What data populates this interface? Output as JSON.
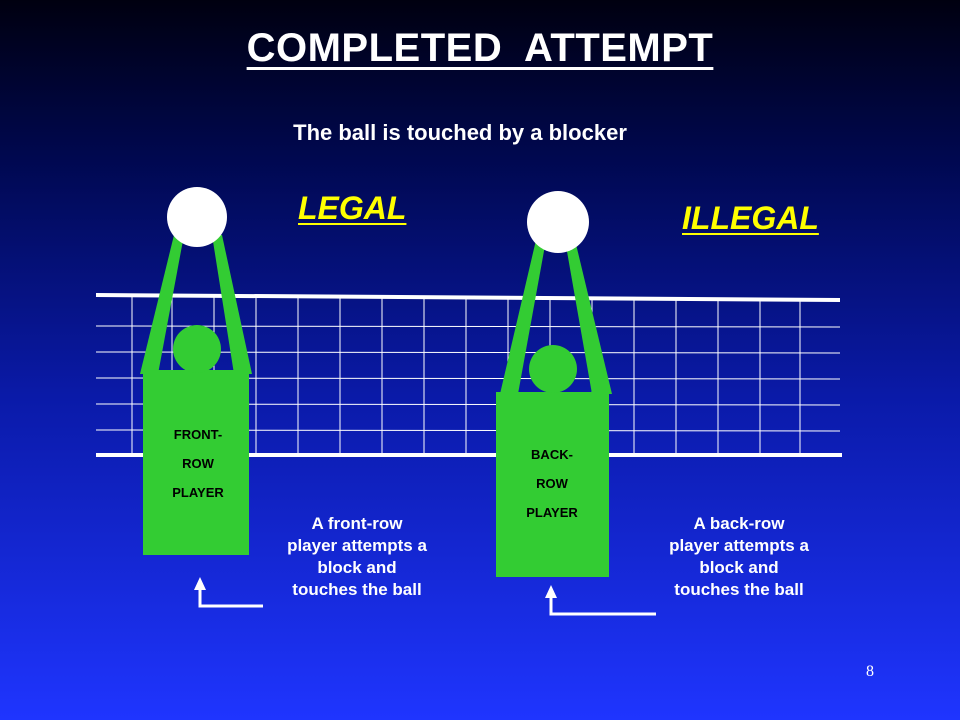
{
  "title": "COMPLETED  ATTEMPT",
  "subtitle": "The ball is touched by a blocker",
  "verdicts": {
    "legal": "LEGAL",
    "illegal": "ILLEGAL"
  },
  "players": {
    "front": {
      "line1": "FRONT-",
      "line2": "ROW",
      "line3": "PLAYER"
    },
    "back": {
      "line1": "BACK-",
      "line2": "ROW",
      "line3": "PLAYER"
    }
  },
  "captions": {
    "front": "A front-row player attempts a block and touches the ball",
    "back": "A back-row player attempts a block and touches the ball"
  },
  "slide_number": "8",
  "colors": {
    "player": "#33cc33",
    "verdict": "#ffff00",
    "net": "#ffffff",
    "ball": "#ffffff"
  }
}
